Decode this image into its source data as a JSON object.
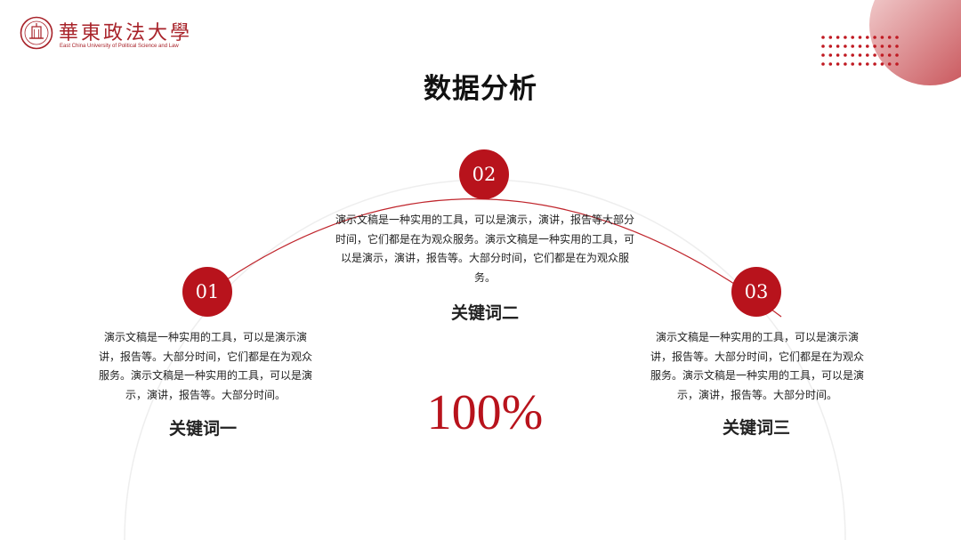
{
  "logo": {
    "name_cn": "華東政法大學",
    "name_en": "East China University of Political Science and Law"
  },
  "title": "数据分析",
  "points": [
    {
      "number": "01",
      "description": "演示文稿是一种实用的工具，可以是演示演讲，报告等。大部分时间，它们都是在为观众服务。演示文稿是一种实用的工具，可以是演示，演讲，报告等。大部分时间。",
      "keyword": "关键词一"
    },
    {
      "number": "02",
      "description": "演示文稿是一种实用的工具，可以是演示，演讲，报告等大部分时间，它们都是在为观众服务。演示文稿是一种实用的工具，可以是演示，演讲，报告等。大部分时间，它们都是在为观众服务。",
      "keyword": "关键词二"
    },
    {
      "number": "03",
      "description": "演示文稿是一种实用的工具，可以是演示演讲，报告等。大部分时间，它们都是在为观众服务。演示文稿是一种实用的工具，可以是演示，演讲，报告等。大部分时间。",
      "keyword": "关键词三"
    }
  ],
  "center_value": "100%",
  "colors": {
    "accent": "#b8131c",
    "logo": "#a8232a",
    "text": "#222222"
  }
}
